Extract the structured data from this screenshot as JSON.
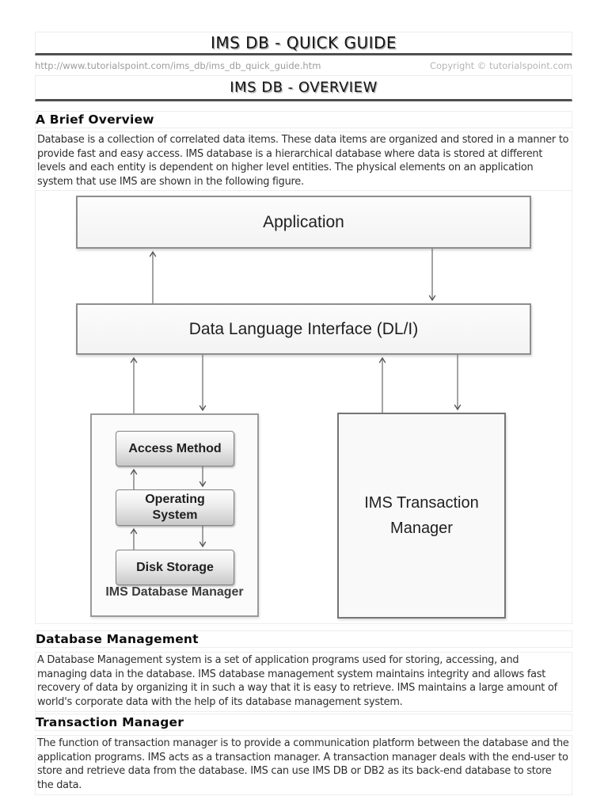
{
  "header": {
    "title": "IMS DB - QUICK GUIDE",
    "source_url": "http://www.tutorialspoint.com/ims_db/ims_db_quick_guide.htm",
    "copyright": "Copyright © tutorialspoint.com"
  },
  "chapter": {
    "title": "IMS DB - OVERVIEW"
  },
  "sections": {
    "brief_overview": {
      "heading": "A Brief Overview",
      "body": "Database is a collection of correlated data items. These data items are organized and stored in a manner to provide fast and easy access. IMS database is a hierarchical database where data is stored at different levels and each entity is dependent on higher level entities. The physical elements on an application system that use IMS are shown in the following figure."
    },
    "database_management": {
      "heading": "Database Management",
      "body": "A Database Management system is a set of application programs used for storing, accessing, and managing data in the database. IMS database management system maintains integrity and allows fast recovery of data by organizing it in such a way that it is easy to retrieve. IMS maintains a large amount of world's corporate data with the help of its database management system."
    },
    "transaction_manager": {
      "heading": "Transaction Manager",
      "body": "The function of transaction manager is to provide a communication platform between the database and the application programs. IMS acts as a transaction manager. A transaction manager deals with the end-user to store and retrieve data from the database. IMS can use IMS DB or DB2 as its back-end database to store the data."
    }
  },
  "diagram": {
    "application": "Application",
    "dli": "Data Language Interface (DL/I)",
    "access_method": "Access Method",
    "operating_system": "Operating System",
    "disk_storage": "Disk Storage",
    "dbm_label": "IMS Database Manager",
    "tm_label": "IMS Transaction Manager"
  },
  "colors": {
    "accent_rule": "#4f4f4f",
    "muted_text": "#9c9c9c",
    "box_border": "#8e8e8e"
  }
}
